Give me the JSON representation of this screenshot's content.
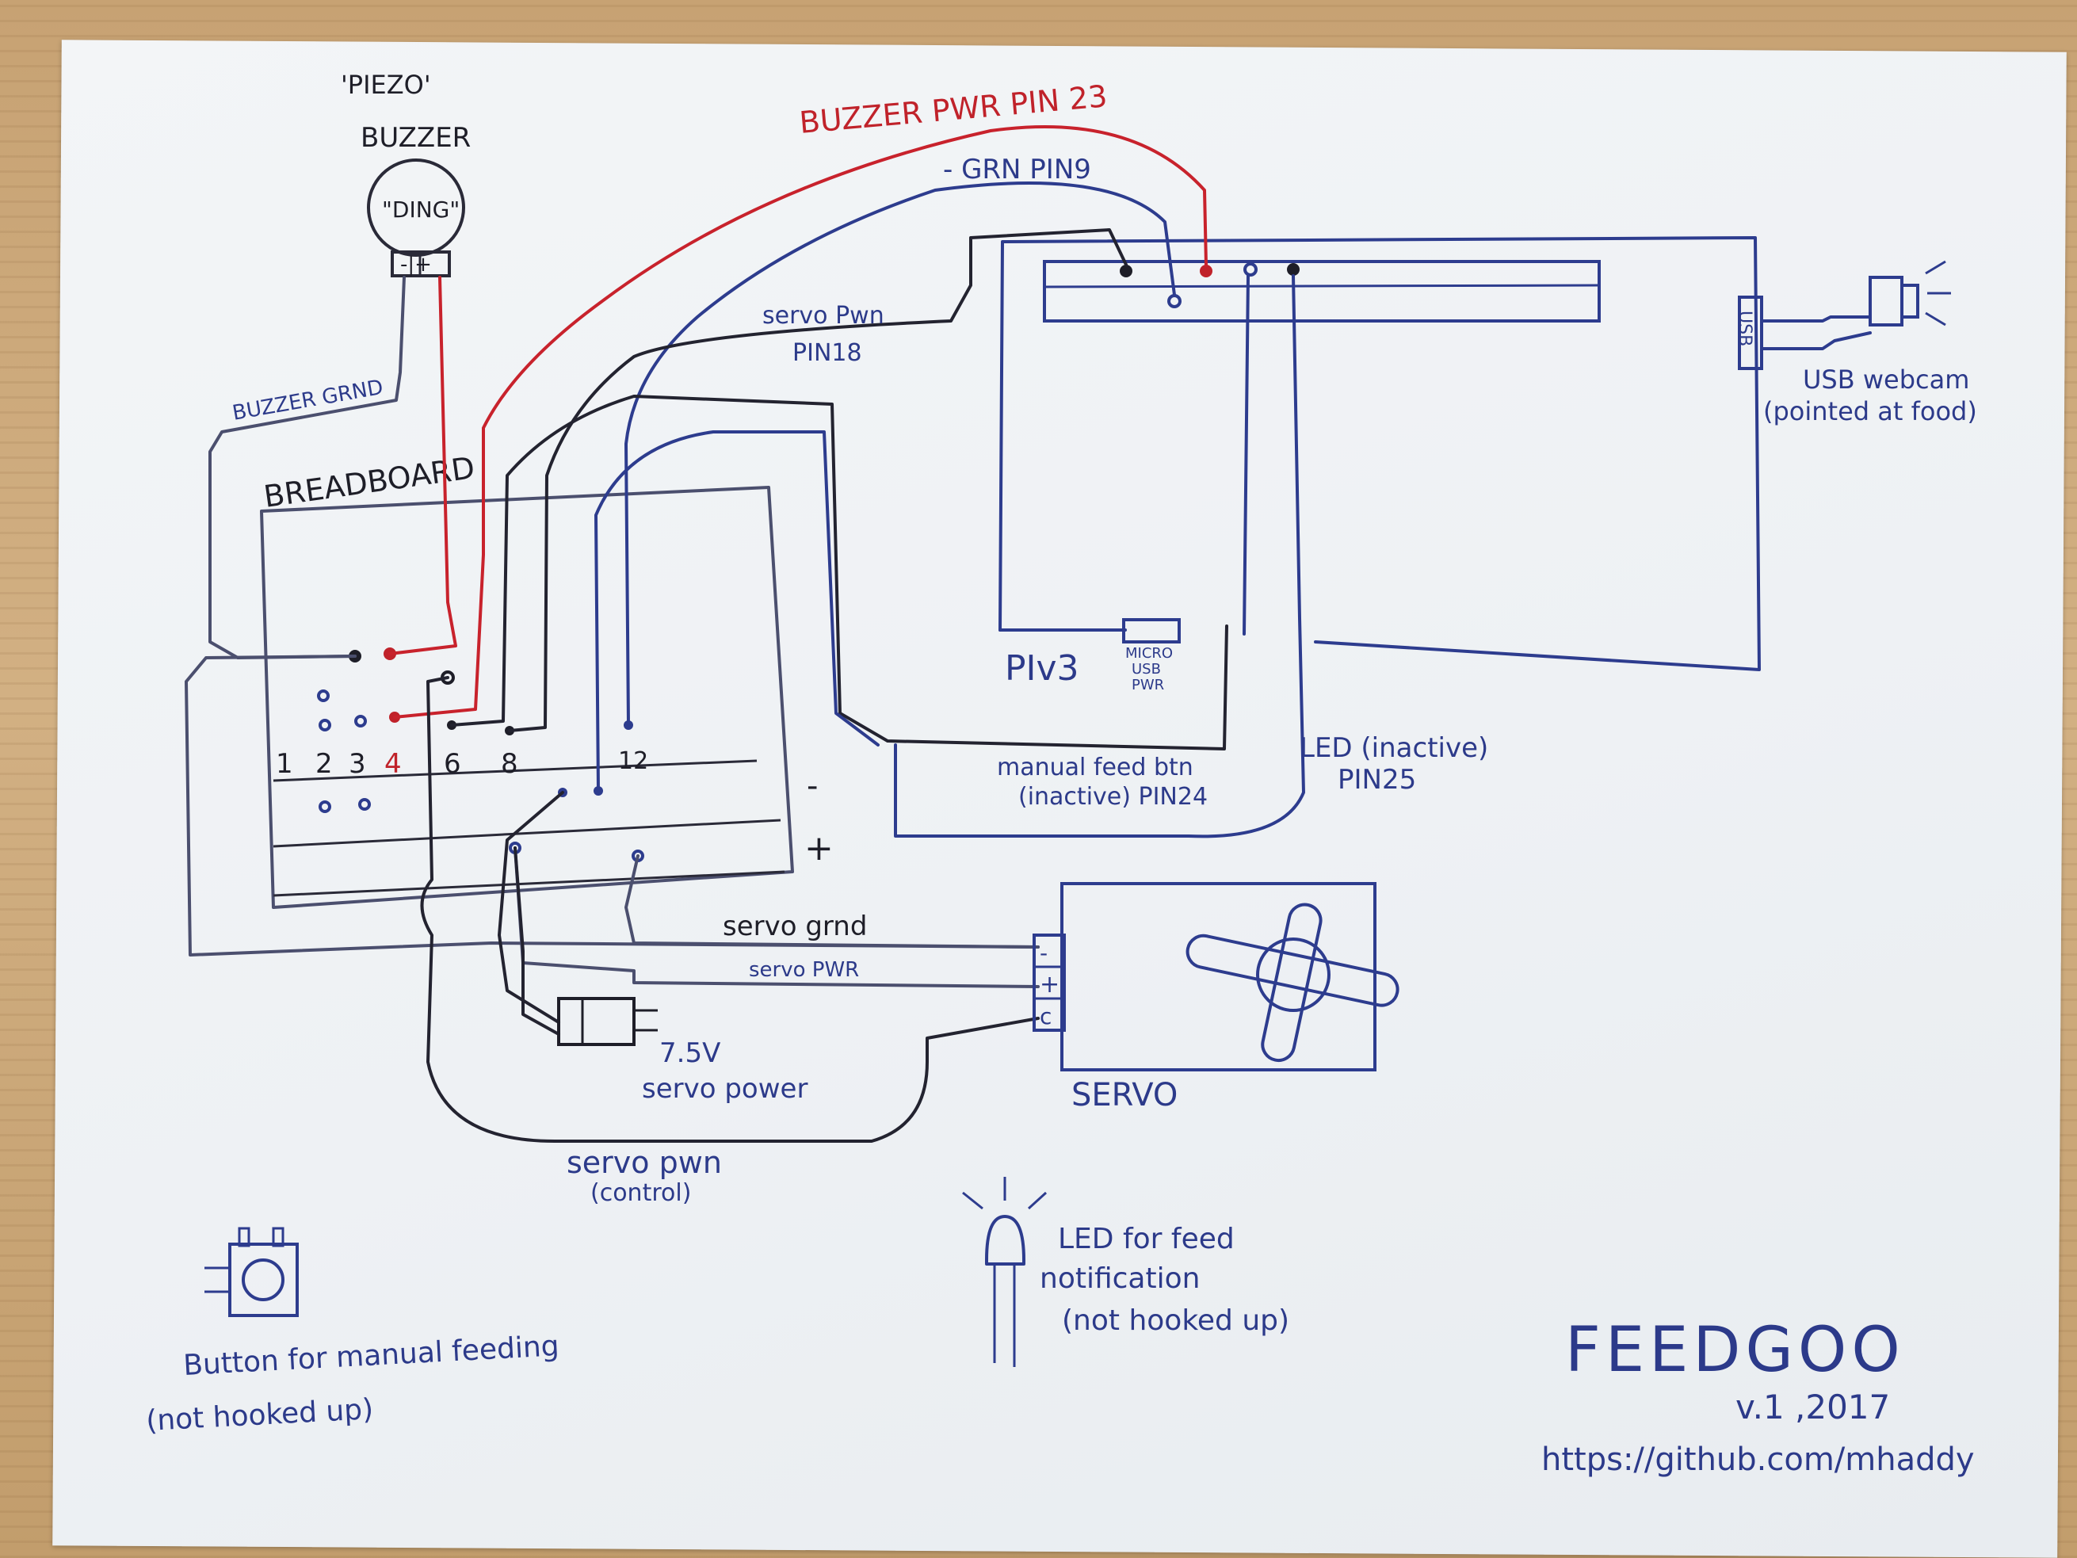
{
  "labels": {
    "piezo": "'PIEZO'",
    "buzzer": "BUZZER",
    "ding": "\"DING\"",
    "buzzer_pins": "-|+",
    "buzzer_pwr": "BUZZER PWR PIN 23",
    "grn_pin": "- GRN   PIN9",
    "servo_pwm_top": "servo Pwn",
    "pin18": "PIN18",
    "buzzer_grnd": "BUZZER GRND",
    "breadboard": "BREADBOARD",
    "usb": "USB",
    "usb_webcam": "USB webcam",
    "pointed_at_food": "(pointed at food)",
    "pi_v3": "PIv3",
    "micro": "MICRO",
    "usb_small": "USB",
    "pwr": "PWR",
    "manual_feed_btn": "manual feed btn",
    "inactive_pin24": "(inactive) PIN24",
    "led_inactive": "LED (inactive)",
    "pin25": "PIN25",
    "bb_numbers": [
      "1",
      "2",
      "3",
      "4",
      "6",
      "8",
      "12"
    ],
    "minus": "-",
    "plus": "+",
    "servo_grnd": "servo grnd",
    "servo_pwr": "servo PWR",
    "servo_pins": [
      "-",
      "+",
      "c"
    ],
    "power_75v": "7.5V",
    "servo_power": "servo power",
    "servo": "SERVO",
    "servo_pwm_bottom": "servo pwn",
    "control": "(control)",
    "button_manual_feeding": "Button for manual feeding",
    "not_hooked_up": "(not hooked up)",
    "led_feed": "LED for feed",
    "notification": "notification",
    "not_hooked_up_2": "(not hooked up)",
    "title": "FEEDGOO",
    "version": "v.1 ,2017",
    "url": "https://github.com/mhaddy"
  },
  "colors": {
    "ink_blue": "#2c3a8a",
    "ink_red": "#c0222a",
    "ink_black": "#1e1e28",
    "paper": "#eef1f4",
    "wood": "#c9a675"
  }
}
